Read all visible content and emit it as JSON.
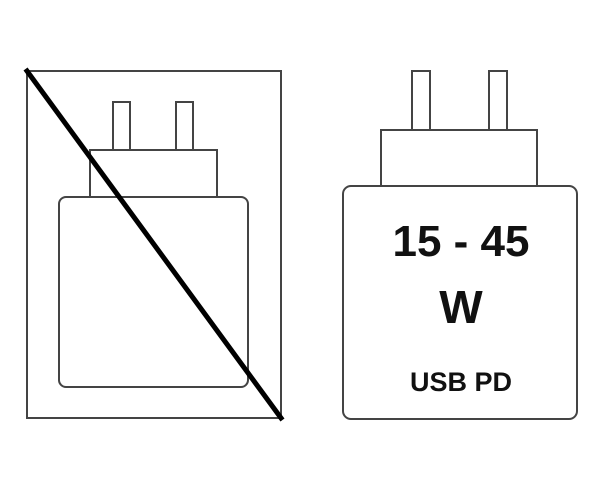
{
  "left_icon": {
    "meaning": "charger-not-included"
  },
  "right_icon": {
    "power_range": "15 - 45",
    "power_unit": "W",
    "protocol": "USB PD"
  },
  "colors": {
    "stroke": "#444444",
    "slash": "#000000",
    "text": "#111111",
    "background": "#ffffff"
  }
}
